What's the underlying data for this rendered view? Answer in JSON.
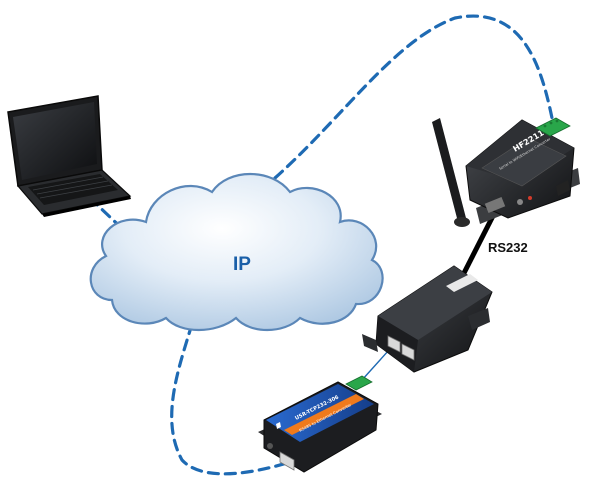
{
  "diagram": {
    "cloud": {
      "label": "IP"
    },
    "serial_link": {
      "label": "RS232"
    },
    "devices": {
      "wifi_server": {
        "model_text": "HF2211",
        "caption_text": "Serial to WiFi/Ethernet Converter"
      },
      "small_converter": {
        "model_text": "USR-TCP232-306",
        "caption_text": "RS485 to Ethernet Converter"
      }
    }
  },
  "colors": {
    "link_dashed": "#1e6ab3",
    "serial_cable": "#000000",
    "ip_label": "#1a5fa8",
    "cloud_fill_light": "#f4f8fc",
    "cloud_fill_dark": "#a8c4e0",
    "cloud_stroke": "#5b87b8",
    "small_converter_face": "#1f55b0",
    "small_converter_strip": "#f07a1c",
    "terminal_green": "#29a64a"
  }
}
